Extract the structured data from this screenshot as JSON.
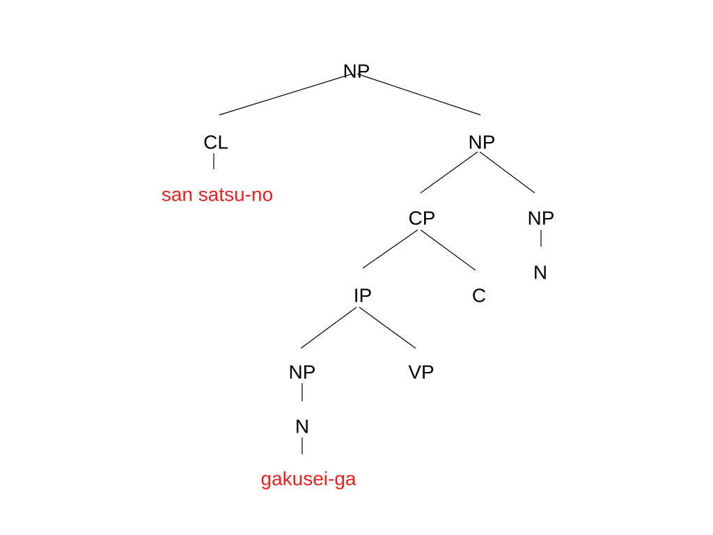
{
  "colors": {
    "category": "#000000",
    "lexical": "#e8211f",
    "branch": "#000000"
  },
  "tree": {
    "nodes": [
      {
        "id": "np-root",
        "label": "NP",
        "kind": "category"
      },
      {
        "id": "cl",
        "label": "CL",
        "kind": "category"
      },
      {
        "id": "san-satsu-no",
        "label": "san satsu-no",
        "kind": "lexical"
      },
      {
        "id": "np-right",
        "label": "NP",
        "kind": "category"
      },
      {
        "id": "cp",
        "label": "CP",
        "kind": "category"
      },
      {
        "id": "np-head",
        "label": "NP",
        "kind": "category"
      },
      {
        "id": "n-head",
        "label": "N",
        "kind": "category"
      },
      {
        "id": "ip",
        "label": "IP",
        "kind": "category"
      },
      {
        "id": "c",
        "label": "C",
        "kind": "category"
      },
      {
        "id": "np-subject",
        "label": "NP",
        "kind": "category"
      },
      {
        "id": "vp",
        "label": "VP",
        "kind": "category"
      },
      {
        "id": "n-subject",
        "label": "N",
        "kind": "category"
      },
      {
        "id": "gakusei-ga",
        "label": "gakusei-ga",
        "kind": "lexical"
      }
    ],
    "edges": [
      {
        "from": "np-root",
        "to": "cl"
      },
      {
        "from": "np-root",
        "to": "np-right"
      },
      {
        "from": "cl",
        "to": "san-satsu-no"
      },
      {
        "from": "np-right",
        "to": "cp"
      },
      {
        "from": "np-right",
        "to": "np-head"
      },
      {
        "from": "np-head",
        "to": "n-head"
      },
      {
        "from": "cp",
        "to": "ip"
      },
      {
        "from": "cp",
        "to": "c"
      },
      {
        "from": "ip",
        "to": "np-subject"
      },
      {
        "from": "ip",
        "to": "vp"
      },
      {
        "from": "np-subject",
        "to": "n-subject"
      },
      {
        "from": "n-subject",
        "to": "gakusei-ga"
      }
    ]
  }
}
